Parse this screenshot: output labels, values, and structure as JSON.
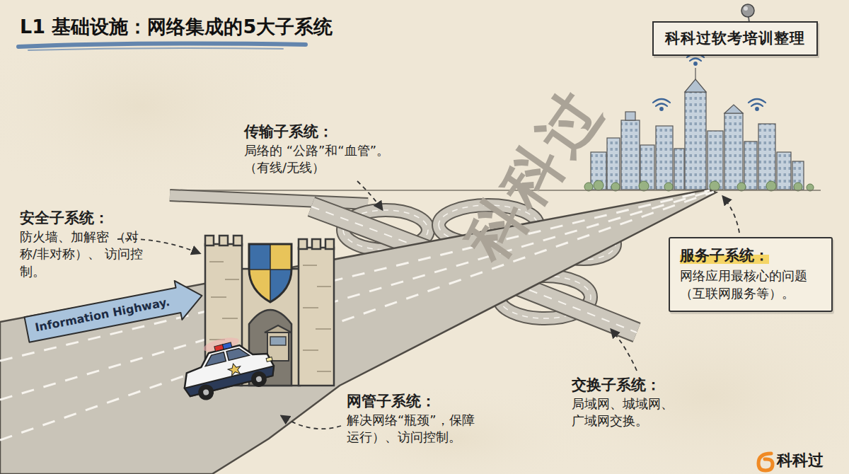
{
  "diagram": {
    "title": "L1 基础设施：网络集成的5大子系统",
    "nodes": [
      {
        "text": [
          "科科过软考培训整理"
        ]
      },
      {
        "text": [
          "Information Highway."
        ]
      },
      {
        "text": [
          "服务子系统：",
          "网络应用最核心的问题 （互联网服务等）。"
        ]
      }
    ],
    "labels": [
      "传输子系统：",
      "局络的 “公路”和“血管”。 （有线/无线）",
      "安全子系统：",
      "防火墙、加解密 （对称/非对称）、 访问控制。",
      "网管子系统：",
      "解决网络“瓶颈”，保障 运行）、访问控制。",
      "交换子系统：",
      "局域网、城域网、 广域网交换。",
      "科科过",
      "科科过"
    ]
  }
}
